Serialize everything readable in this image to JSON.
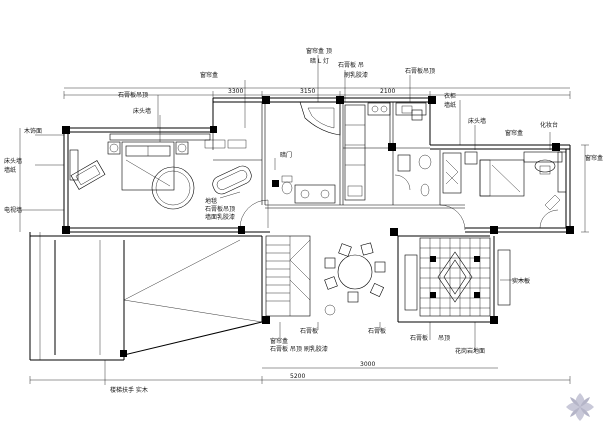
{
  "plan": {
    "labels": {
      "top_1": "窗帘盒  顶",
      "top_2": "暗 L 灯",
      "top_3": "石膏板 吊",
      "top_4": "刷乳胶漆",
      "top_5": "石膏板吊顶",
      "top_6": "窗帘盒",
      "top_7": "石膏板吊顶",
      "left_1": "木饰面",
      "left_2": "床头墙",
      "left_3": "电视墙",
      "left_4": "墙纸",
      "mid_1": "床头墙",
      "mid_2": "暗门",
      "mid_3": "地毯",
      "mid_4": "石膏板吊顶",
      "mid_5": "墙面乳胶漆",
      "right_1": "衣柜",
      "right_2": "墙纸",
      "right_3": "床头墙",
      "right_4": "化妆台",
      "right_5": "窗帘盒",
      "right_6": "窗帘盒",
      "far_right": "实木板",
      "far_right_2": "花岗岩地面",
      "bot_1": "石膏板",
      "bot_2": "石膏板",
      "bot_3": "石膏板",
      "bot_4": "吊顶",
      "bot_5": "窗帘盒",
      "bot_6": "石膏板 吊顶 刷乳胶漆",
      "bot_left": "楼梯扶手 实木",
      "dim_top": "3300",
      "dim_top2": "3150",
      "dim_top3": "2100",
      "dim_bot": "5200",
      "dim_bot2": "3000"
    }
  },
  "watermark": {
    "emblem": "lotus-logo"
  },
  "colors": {
    "line": "#000000",
    "hatch": "#000000",
    "watermark": "#c9c9d9"
  }
}
